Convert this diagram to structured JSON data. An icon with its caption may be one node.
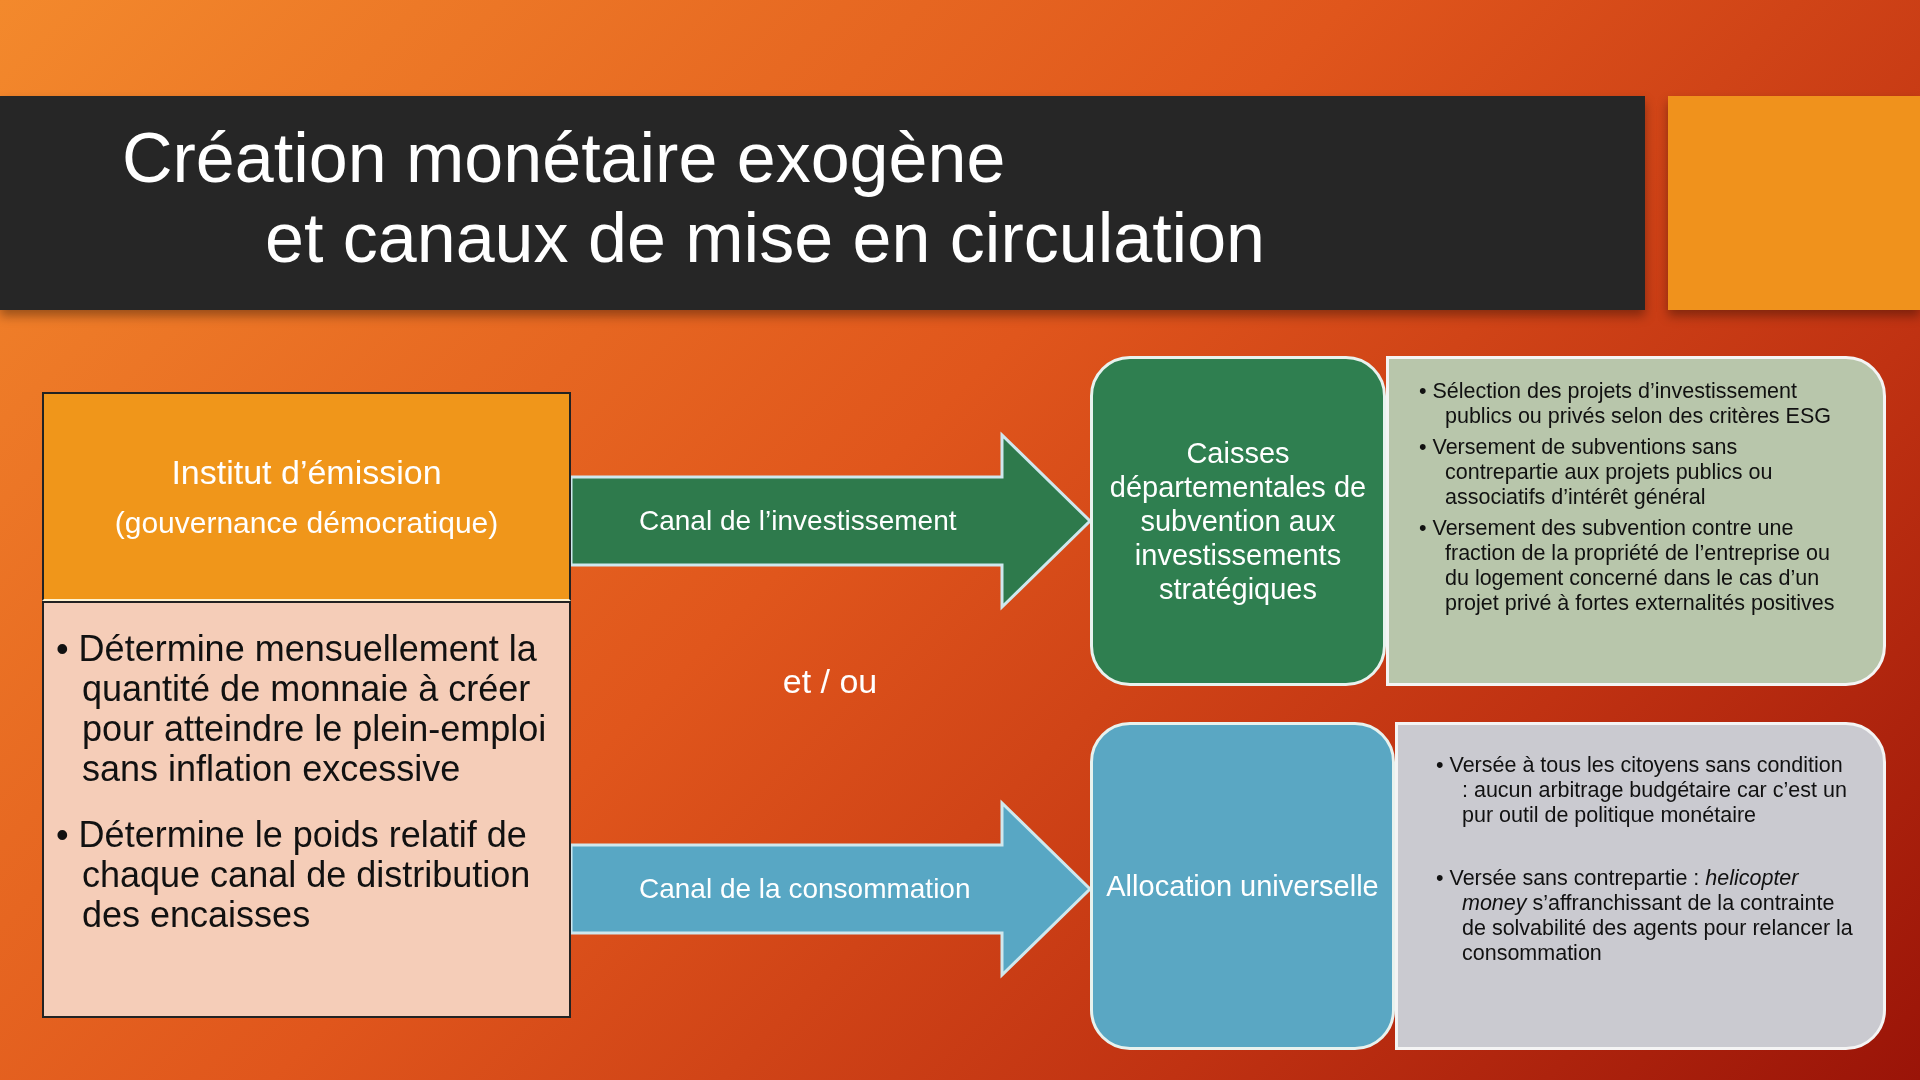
{
  "diagram": {
    "title": "Création monétaire exogène et canaux de mise en circulation",
    "nodes": [
      {
        "text": [
          "Institut d’émission",
          "(gouvernance démocratique)"
        ]
      },
      {
        "text": [
          "• Détermine mensuellement la quantité de monnaie à créer pour atteindre le plein-emploi sans inflation excessive",
          "• Détermine le poids relatif de chaque canal de distribution des encaisses"
        ]
      },
      {
        "text": [
          "Caisses départementales de subvention aux investissements stratégiques"
        ]
      },
      {
        "text": [
          "• Sélection des projets d’investissement publics ou privés selon des critères ESG",
          "• Versement de subventions sans contrepartie aux projets publics ou associatifs d’intérêt général",
          "• Versement des subvention contre une fraction de la propriété de l’entreprise ou du logement concerné dans le cas d’un projet privé à fortes externalités positives"
        ]
      },
      {
        "text": [
          "Allocation universelle"
        ]
      },
      {
        "text": [
          "• Versée à tous les citoyens sans condition : aucun arbitrage budgétaire car c’est un pur outil de politique monétaire",
          "• Versée sans contrepartie : *helicopter money* s’affranchissant de la contrainte de solvabilité des agents pour relancer la consommation"
        ]
      }
    ],
    "edges": [
      {
        "from": 0,
        "to": 2,
        "arrow": "to",
        "label": "Canal de l’investissement",
        "style": "thick",
        "color": "#2e7a4c"
      },
      {
        "from": 1,
        "to": 4,
        "arrow": "to",
        "label": "Canal de la consommation",
        "style": "thick",
        "color": "#58a7c4"
      }
    ],
    "labels": [
      "et / ou"
    ]
  }
}
